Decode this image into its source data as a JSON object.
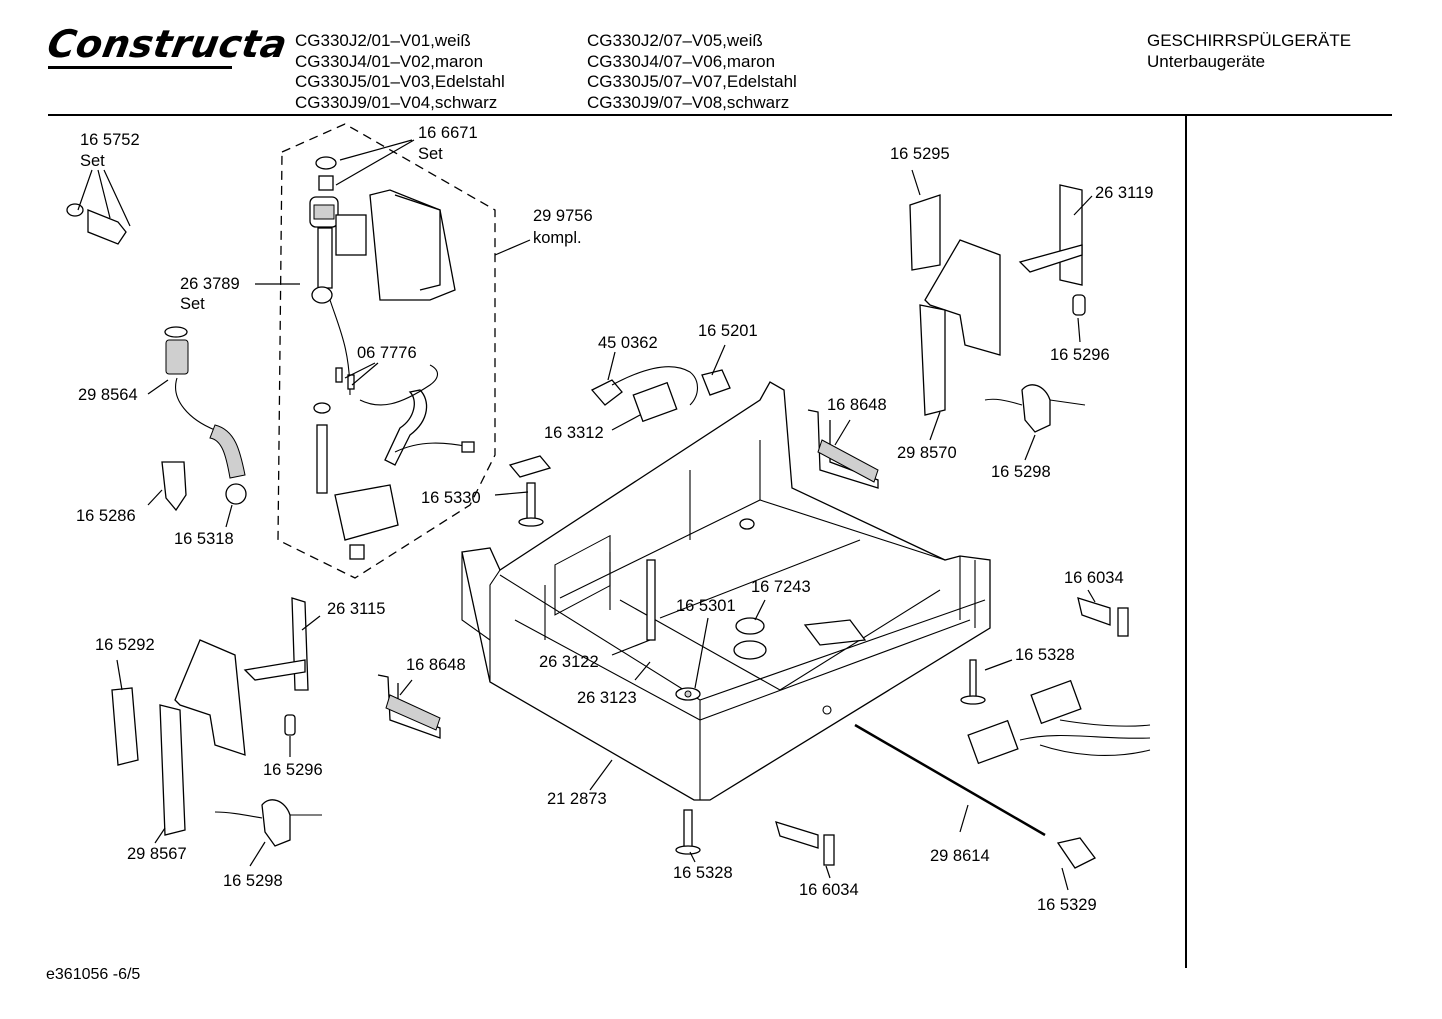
{
  "header": {
    "brand": "Constructa",
    "models_left": [
      "CG330J2/01–V01,weiß",
      "CG330J4/01–V02,maron",
      "CG330J5/01–V03,Edelstahl",
      "CG330J9/01–V04,schwarz"
    ],
    "models_right": [
      "CG330J2/07–V05,weiß",
      "CG330J4/07–V06,maron",
      "CG330J5/07–V07,Edelstahl",
      "CG330J9/07–V08,schwarz"
    ],
    "category": "GESCHIRRSPÜLGERÄTE",
    "subcategory": "Unterbaugeräte"
  },
  "parts": [
    {
      "id": "p165752",
      "number": "16 5752",
      "note": "Set"
    },
    {
      "id": "p166671",
      "number": "16 6671",
      "note": "Set"
    },
    {
      "id": "p299756",
      "number": "29 9756",
      "note": "kompl."
    },
    {
      "id": "p263789",
      "number": "26 3789",
      "note": "Set"
    },
    {
      "id": "p067776",
      "number": "06 7776"
    },
    {
      "id": "p298564",
      "number": "29 8564"
    },
    {
      "id": "p165286",
      "number": "16 5286"
    },
    {
      "id": "p165318",
      "number": "16 5318"
    },
    {
      "id": "p165330",
      "number": "16 5330"
    },
    {
      "id": "p450362",
      "number": "45 0362"
    },
    {
      "id": "p165201",
      "number": "16 5201"
    },
    {
      "id": "p163312",
      "number": "16 3312"
    },
    {
      "id": "p168648a",
      "number": "16 8648"
    },
    {
      "id": "p165295",
      "number": "16 5295"
    },
    {
      "id": "p263119",
      "number": "26 3119"
    },
    {
      "id": "p165296a",
      "number": "16 5296"
    },
    {
      "id": "p298570",
      "number": "29 8570"
    },
    {
      "id": "p165298a",
      "number": "16 5298"
    },
    {
      "id": "p166034a",
      "number": "16 6034"
    },
    {
      "id": "p165328a",
      "number": "16 5328"
    },
    {
      "id": "p167243",
      "number": "16 7243"
    },
    {
      "id": "p165301",
      "number": "16 5301"
    },
    {
      "id": "p263122",
      "number": "26 3122"
    },
    {
      "id": "p263123",
      "number": "26 3123"
    },
    {
      "id": "p168648b",
      "number": "16 8648"
    },
    {
      "id": "p263115",
      "number": "26 3115"
    },
    {
      "id": "p165292",
      "number": "16 5292"
    },
    {
      "id": "p165296b",
      "number": "16 5296"
    },
    {
      "id": "p298567",
      "number": "29 8567"
    },
    {
      "id": "p165298b",
      "number": "16 5298"
    },
    {
      "id": "p212873",
      "number": "21 2873"
    },
    {
      "id": "p165328b",
      "number": "16 5328"
    },
    {
      "id": "p166034b",
      "number": "16 6034"
    },
    {
      "id": "p298614",
      "number": "29 8614"
    },
    {
      "id": "p165329",
      "number": "16 5329"
    }
  ],
  "footer": {
    "code": "e361056 -6/5"
  }
}
